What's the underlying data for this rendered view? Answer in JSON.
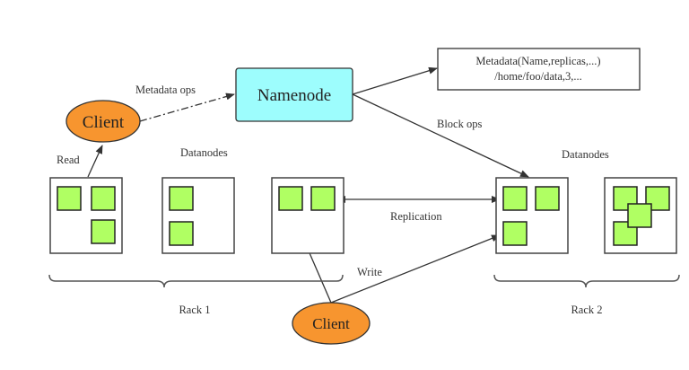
{
  "colors": {
    "client_fill": "#f7952f",
    "namenode_fill": "#9dfdfd",
    "block_fill": "#b0ff63",
    "line": "#333333"
  },
  "nodes": {
    "client_top": "Client",
    "client_bottom": "Client",
    "namenode": "Namenode",
    "metadata_line1": "Metadata(Name,replicas,...)",
    "metadata_line2": "/home/foo/data,3,..."
  },
  "labels": {
    "metadata_ops": "Metadata ops",
    "block_ops": "Block ops",
    "read": "Read",
    "write": "Write",
    "replication": "Replication",
    "datanodes_left": "Datanodes",
    "datanodes_right": "Datanodes",
    "rack1": "Rack 1",
    "rack2": "Rack 2"
  },
  "racks": [
    {
      "name": "Rack 1",
      "datanodes": [
        {
          "blocks": 3
        },
        {
          "blocks": 2
        },
        {
          "blocks": 2
        }
      ]
    },
    {
      "name": "Rack 2",
      "datanodes": [
        {
          "blocks": 3
        },
        {
          "blocks": 4
        }
      ]
    }
  ]
}
